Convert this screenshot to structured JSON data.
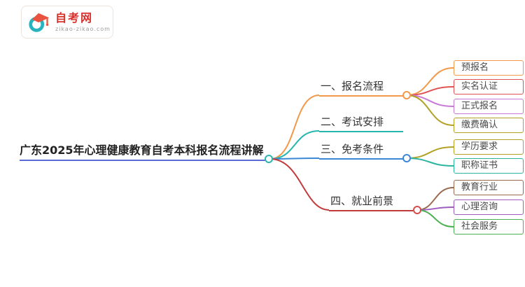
{
  "logo": {
    "title": "自考网",
    "subtitle": "zikao-zikao.com",
    "brand_color": "#d9302c",
    "icon": "graduation-cap-icon",
    "icon_colors": [
      "#29b3bf",
      "#e8543f"
    ]
  },
  "central": {
    "label": "广东2025年心理健康教育自考本科报名流程讲解",
    "underline_color": "#5b6bd6",
    "node_color": "#2ab5ad"
  },
  "branches": [
    {
      "label": "一、报名流程",
      "color": "#f2994a",
      "children": [
        {
          "label": "预报名",
          "color": "#f2994a"
        },
        {
          "label": "实名认证",
          "color": "#e05353"
        },
        {
          "label": "正式报名",
          "color": "#c879d8"
        },
        {
          "label": "缴费确认",
          "color": "#b3a125"
        }
      ]
    },
    {
      "label": "二、考试安排",
      "color": "#27b6af",
      "children": []
    },
    {
      "label": "三、免考条件",
      "color": "#3a87d6",
      "children": [
        {
          "label": "学历要求",
          "color": "#b3a125"
        },
        {
          "label": "职称证书",
          "color": "#2bb5a0"
        }
      ]
    },
    {
      "label": "四、就业前景",
      "color": "#c23b3b",
      "children": [
        {
          "label": "教育行业",
          "color": "#9a6a4f"
        },
        {
          "label": "心理咨询",
          "color": "#a05cc2"
        },
        {
          "label": "社会服务",
          "color": "#4caf50"
        }
      ]
    }
  ]
}
